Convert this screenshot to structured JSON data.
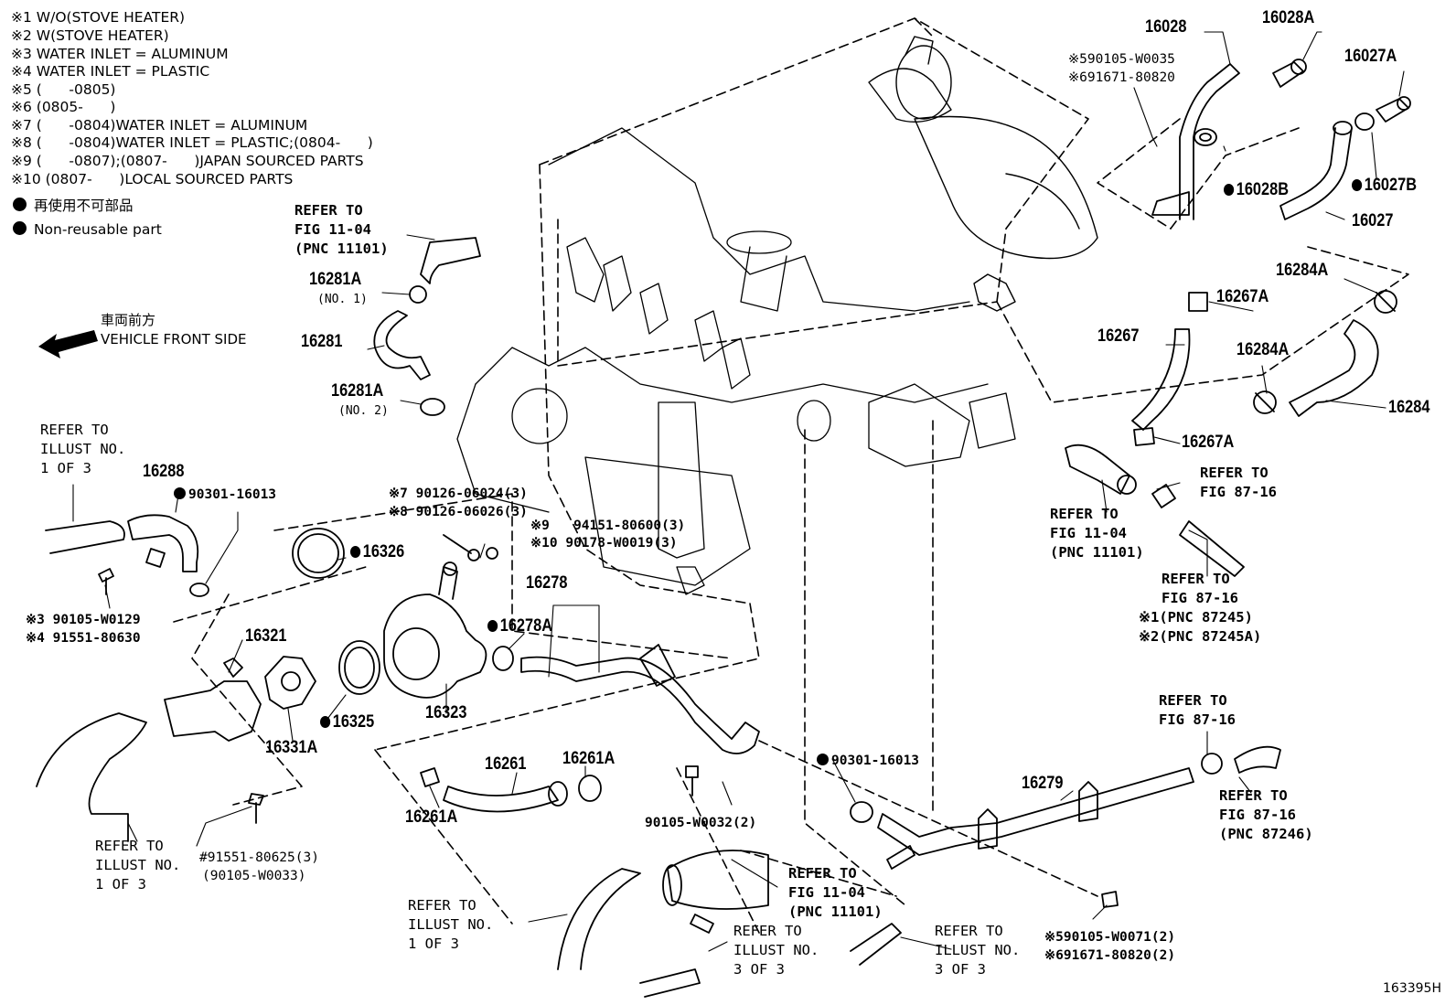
{
  "notes": {
    "n1": "※1 W/O(STOVE HEATER)",
    "n2": "※2 W(STOVE HEATER)",
    "n3": "※3 WATER INLET = ALUMINUM",
    "n4": "※4 WATER INLET = PLASTIC",
    "n5": "※5 (      -0805)",
    "n6": "※6 (0805-      )",
    "n7": "※7 (      -0804)WATER INLET = ALUMINUM",
    "n8": "※8 (      -0804)WATER INLET = PLASTIC;(0804-      )",
    "n9": "※9 (      -0807);(0807-      )JAPAN SOURCED PARTS",
    "n10": "※10 (0807-      )LOCAL SOURCED PARTS"
  },
  "legend": {
    "jp": "再使用不可部品",
    "en": "Non-reusable part"
  },
  "direction": {
    "jp": "車両前方",
    "en": "VEHICLE FRONT SIDE"
  },
  "labels": {
    "p16028": "16028",
    "p16028A": "16028A",
    "p16027A": "16027A",
    "p16028B": "16028B",
    "p16027B": "16027B",
    "p16027": "16027",
    "p16284A_top": "16284A",
    "p16267A_top": "16267A",
    "p16267": "16267",
    "p16284A_mid": "16284A",
    "p16284": "16284",
    "p16267A_bot": "16267A",
    "p16281A_1": "16281A",
    "p16281A_1_sub": "(NO. 1)",
    "p16281": "16281",
    "p16281A_2": "16281A",
    "p16281A_2_sub": "(NO. 2)",
    "p16288": "16288",
    "p16326": "16326",
    "p16278": "16278",
    "p16278A": "16278A",
    "p16321": "16321",
    "p16325": "16325",
    "p16323": "16323",
    "p16331A": "16331A",
    "p16261": "16261",
    "p16261A_r": "16261A",
    "p16261A_l": "16261A",
    "p16279": "16279"
  },
  "part_numbers": {
    "pn_top_5": "※590105-W0035",
    "pn_top_6": "※691671-80820",
    "pn_90301_a": "90301-16013",
    "pn_7": "※7 90126-06024(3)",
    "pn_8": "※8 90126-06026(3)",
    "pn_9": "※9   94151-80600(3)",
    "pn_10": "※10 90178-W0019(3)",
    "pn_3": "※3 90105-W0129",
    "pn_4": "※4 91551-80630",
    "pn_90301_b": "90301-16013",
    "pn_90105_32": "90105-W0032(2)",
    "pn_hash": "#91551-80625(3)",
    "pn_90105_33": "(90105-W0033)",
    "pn_bot_5": "※590105-W0071(2)",
    "pn_bot_6": "※691671-80820(2)"
  },
  "refs": {
    "r_fig1104_top": "REFER TO\nFIG 11-04\n(PNC 11101)",
    "r_illust_left": "REFER TO\nILLUST NO.\n1 OF 3",
    "r_fig1104_mid": "REFER TO\nFIG 11-04\n(PNC 11101)",
    "r_fig8716_a": "REFER TO\nFIG 87-16",
    "r_fig8716_b": "REFER TO\nFIG 87-16",
    "r_pnc_87245": "※1(PNC 87245)",
    "r_pnc_87245A": "※2(PNC 87245A)",
    "r_fig8716_c": "REFER TO\nFIG 87-16",
    "r_fig8716_d": "REFER TO\nFIG 87-16\n(PNC 87246)",
    "r_illust_bl": "REFER TO\nILLUST NO.\n1 OF 3",
    "r_fig1104_bot": "REFER TO\nFIG 11-04\n(PNC 11101)",
    "r_illust_bot1": "REFER TO\nILLUST NO.\n1 OF 3",
    "r_illust_bot2": "REFER TO\nILLUST NO.\n3 OF 3",
    "r_illust_bot3": "REFER TO\nILLUST NO.\n3 OF 3"
  },
  "diagram_id": "163395H"
}
